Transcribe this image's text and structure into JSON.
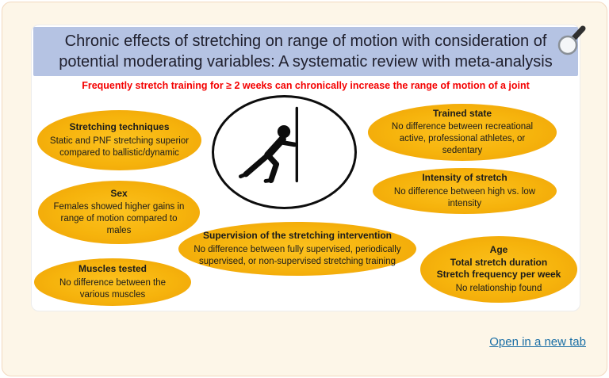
{
  "abstract": {
    "title": "Chronic effects of stretching on range of motion with consideration of\npotential moderating variables: A systematic review with meta-analysis",
    "key_finding": "Frequently stretch training for ≥ 2 weeks can chronically increase the range of motion of a joint",
    "center_icon": "person-calf-stretch-against-wall"
  },
  "bubbles": [
    {
      "title": "Stretching techniques",
      "body": "Static and PNF stretching superior compared to ballistic/dynamic"
    },
    {
      "title": "Sex",
      "body": "Females showed higher gains in range of motion compared to males"
    },
    {
      "title": "Muscles tested",
      "body": "No difference between the various muscles"
    },
    {
      "title": "Supervision of the stretching intervention",
      "body": "No difference between fully supervised, periodically supervised, or non-supervised stretching training"
    },
    {
      "title": "Trained state",
      "body": "No difference between recreational active, professional athletes, or sedentary"
    },
    {
      "title": "Intensity of stretch",
      "body": "No difference between high vs. low intensity"
    },
    {
      "title": "Age\nTotal stretch duration\nStretch frequency per week",
      "body": "No relationship found"
    }
  ],
  "link": {
    "label": "Open in a new tab"
  },
  "colors": {
    "card_background": "#fdf6e8",
    "card_border": "#f2d8bf",
    "title_bar": "#b5c3e3",
    "key_finding_red": "#f40000",
    "bubble_yellow": "#f6b30c",
    "link_blue": "#1a6ea5"
  }
}
